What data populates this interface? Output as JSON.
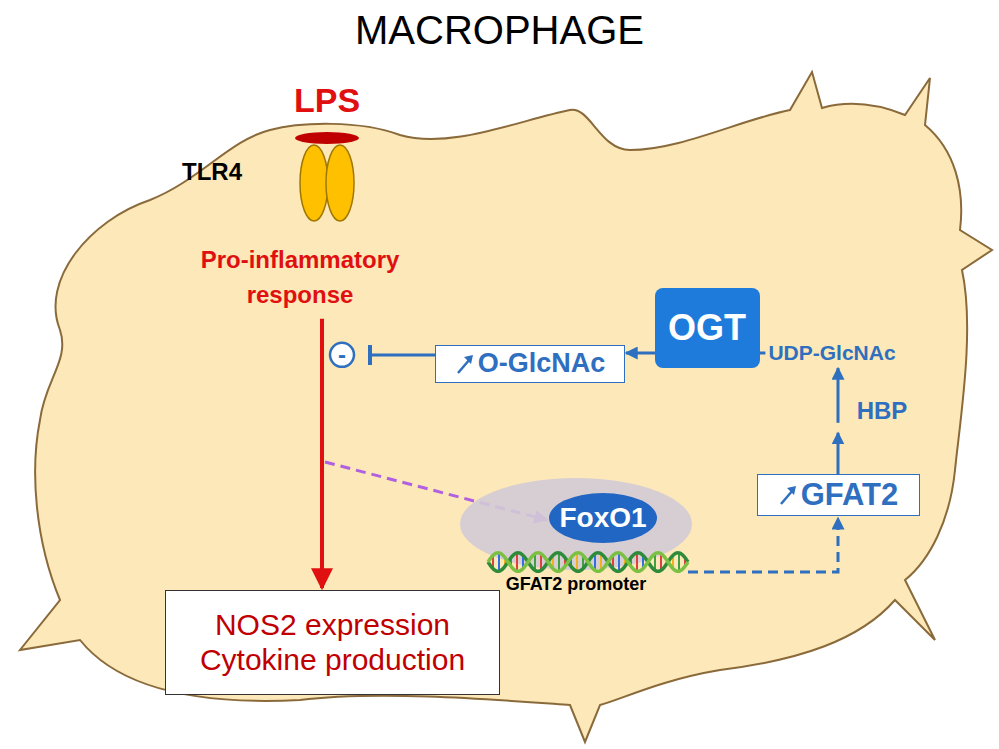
{
  "diagram": {
    "title": "MACROPHAGE",
    "nodes": [
      {
        "text": [
          "Pro-inflammatory response"
        ]
      },
      {
        "text": [
          "NOS2 expression",
          "Cytokine production"
        ]
      },
      {
        "text": [
          "-"
        ]
      },
      {
        "text": [
          "O-GlcNAc"
        ]
      },
      {
        "text": [
          "OGT"
        ]
      },
      {
        "text": [
          "UDP-GlcNAc"
        ]
      },
      {
        "text": [
          "HBP"
        ]
      },
      {
        "text": [
          "GFAT2"
        ]
      },
      {
        "text": [
          "GFAT2 promoter"
        ]
      },
      {
        "text": [
          "FoxO1"
        ],
        "in": 8
      }
    ],
    "edges": [
      {
        "from": 0,
        "to": 1,
        "arrow": "to"
      },
      {
        "from": 3,
        "to": 2,
        "arrow": "to"
      },
      {
        "from": 5,
        "to": 3,
        "arrow": "to"
      },
      {
        "from": 7,
        "to": 6,
        "arrow": "to"
      },
      {
        "from": 6,
        "to": 5,
        "arrow": "to"
      },
      {
        "from": 0,
        "to": 9,
        "arrow": "to"
      },
      {
        "from": 8,
        "to": 7,
        "arrow": "to"
      }
    ],
    "labels": [
      "LPS",
      "TLR4"
    ]
  }
}
